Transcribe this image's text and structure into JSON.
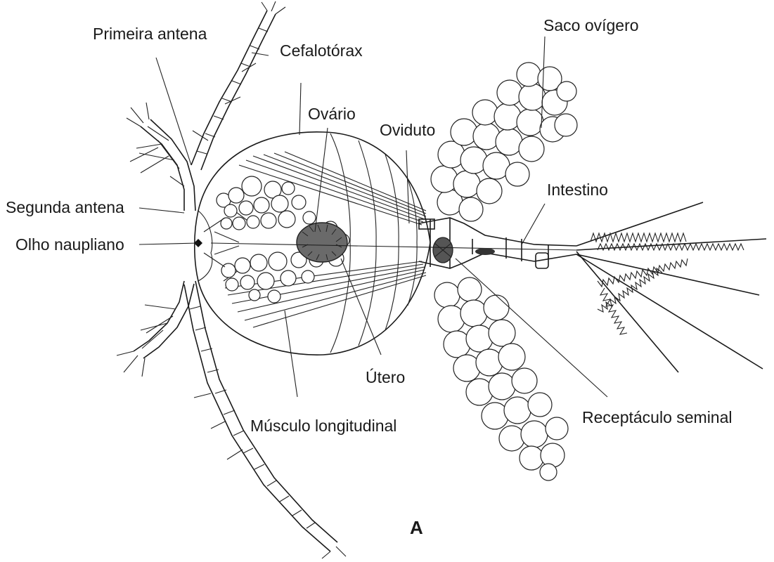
{
  "labels": {
    "primeira_antena": "Primeira antena",
    "cefalotorax": "Cefalotórax",
    "saco_ovigero": "Saco ovígero",
    "ovario": "Ovário",
    "oviduto": "Oviduto",
    "intestino": "Intestino",
    "segunda_antena": "Segunda antena",
    "olho_naupliano": "Olho naupliano",
    "utero": "Útero",
    "musculo_longitudinal": "Músculo longitudinal",
    "receptaculo_seminal": "Receptáculo seminal",
    "panel": "A"
  }
}
